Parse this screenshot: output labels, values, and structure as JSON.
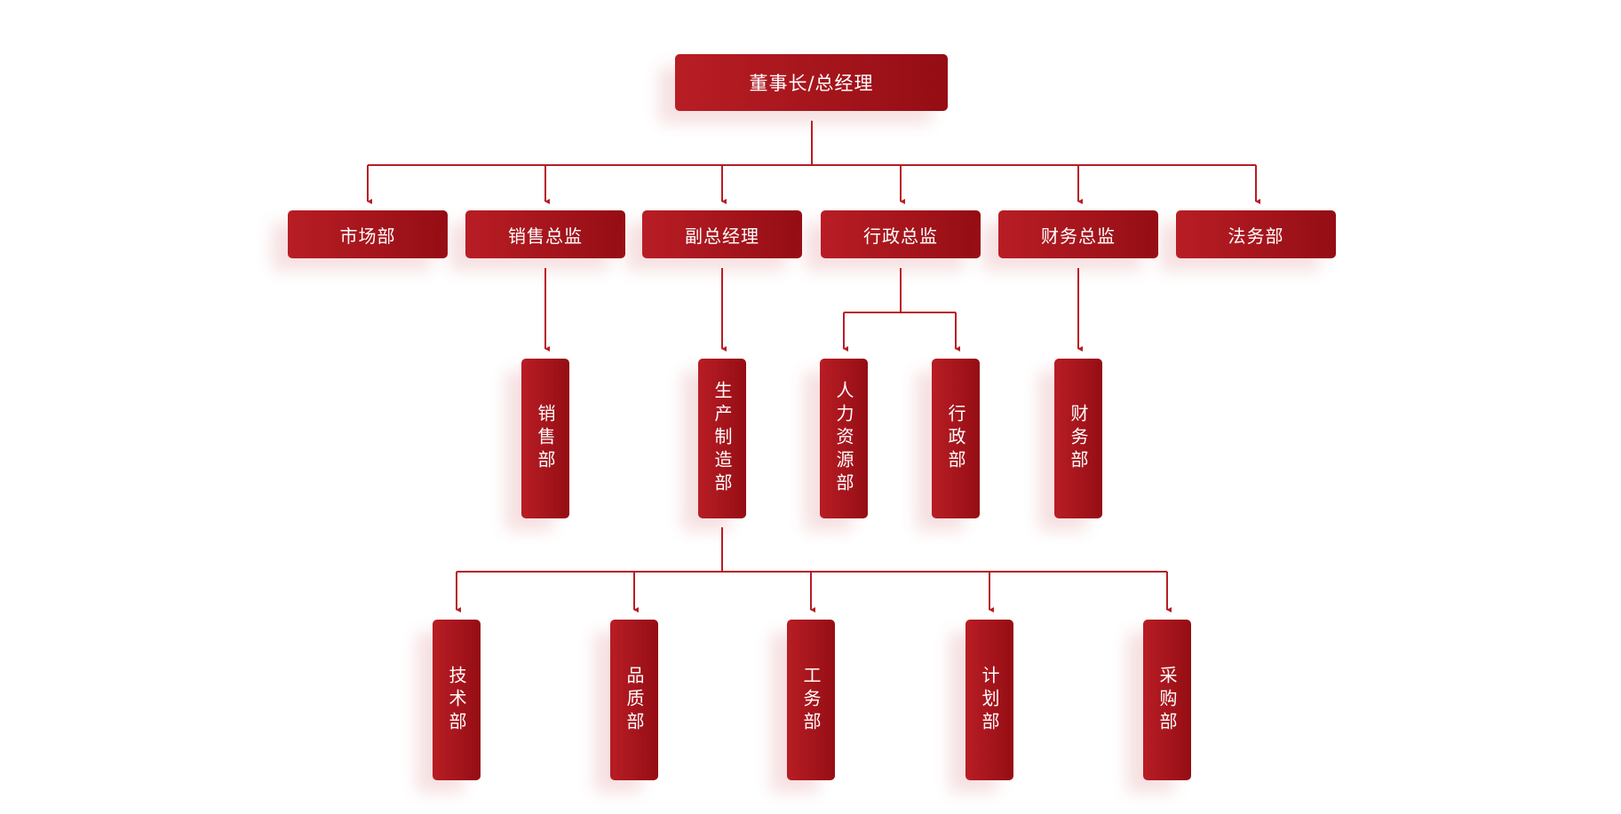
{
  "root": {
    "label": "董事长/总经理"
  },
  "level2": [
    {
      "label": "市场部"
    },
    {
      "label": "销售总监"
    },
    {
      "label": "副总经理"
    },
    {
      "label": "行政总监"
    },
    {
      "label": "财务总监"
    },
    {
      "label": "法务部"
    }
  ],
  "level3": [
    {
      "label": "销售部"
    },
    {
      "label": "生产制造部"
    },
    {
      "label": "人力资源部"
    },
    {
      "label": "行政部"
    },
    {
      "label": "财务部"
    }
  ],
  "level4": [
    {
      "label": "技术部"
    },
    {
      "label": "品质部"
    },
    {
      "label": "工务部"
    },
    {
      "label": "计划部"
    },
    {
      "label": "采购部"
    }
  ],
  "colors": {
    "box": "#a3141b",
    "line": "#b81d24"
  }
}
